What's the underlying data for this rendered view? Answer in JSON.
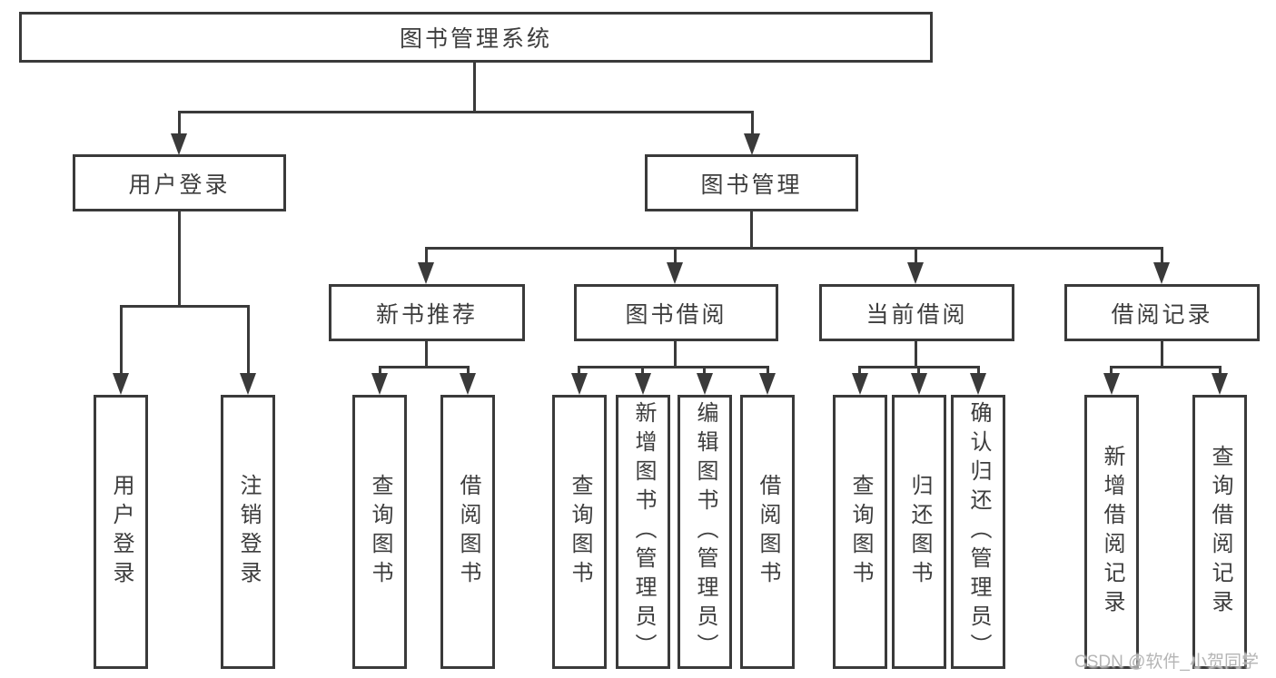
{
  "diagram_title": "图书管理系统",
  "tree": {
    "root": {
      "label": "图书管理系统"
    },
    "branches": [
      {
        "label": "用户登录",
        "children": [
          {
            "label": "用户登录"
          },
          {
            "label": "注销登录"
          }
        ]
      },
      {
        "label": "图书管理",
        "children": [
          {
            "label": "新书推荐",
            "children": [
              {
                "label": "查询图书"
              },
              {
                "label": "借阅图书"
              }
            ]
          },
          {
            "label": "图书借阅",
            "children": [
              {
                "label": "查询图书"
              },
              {
                "label": "新增图书（管理员）"
              },
              {
                "label": "编辑图书（管理员）"
              },
              {
                "label": "借阅图书"
              }
            ]
          },
          {
            "label": "当前借阅",
            "children": [
              {
                "label": "查询图书"
              },
              {
                "label": "归还图书"
              },
              {
                "label": "确认归还（管理员）"
              }
            ]
          },
          {
            "label": "借阅记录",
            "children": [
              {
                "label": "新增借阅记录"
              },
              {
                "label": "查询借阅记录"
              }
            ]
          }
        ]
      }
    ]
  },
  "watermark": {
    "text": "CSDN @软件_小贺同学"
  },
  "colors": {
    "line": "#3a3a3a",
    "text": "#3d3d3d",
    "background": "#ffffff",
    "watermark": "#b5b5b5"
  }
}
